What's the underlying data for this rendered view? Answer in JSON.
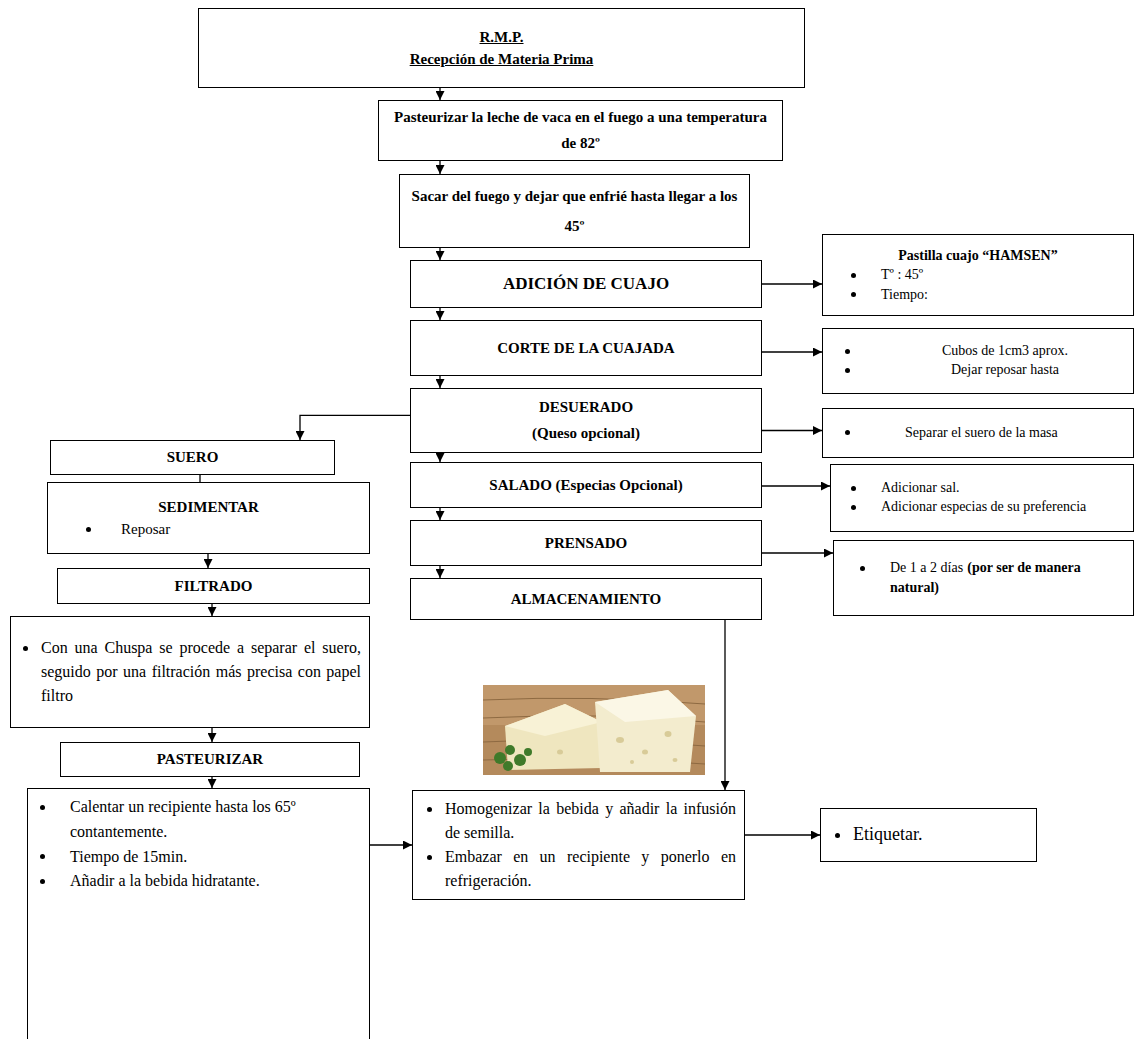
{
  "diagram": {
    "nodes": [
      {
        "text": [
          "R.M.P.",
          "Recepción de Materia Prima"
        ]
      },
      {
        "text": [
          "Pasteurizar la leche de vaca en el fuego a una temperatura de 82º"
        ]
      },
      {
        "text": [
          "Sacar del fuego y dejar que enfrié hasta llegar a los 45º"
        ]
      },
      {
        "text": [
          "ADICIÓN DE CUAJO"
        ]
      },
      {
        "text": [
          "Pastilla cuajo “HAMSEN”",
          "Tº : 45º",
          "Tiempo:"
        ]
      },
      {
        "text": [
          "CORTE DE LA CUAJADA"
        ]
      },
      {
        "text": [
          "Cubos de 1cm3 aprox.",
          "Dejar reposar hasta"
        ]
      },
      {
        "text": [
          "DESUERADO",
          "(Queso opcional)"
        ]
      },
      {
        "text": [
          "Separar el suero de la masa"
        ]
      },
      {
        "text": [
          "SUERO"
        ]
      },
      {
        "text": [
          "SEDIMENTAR",
          "Reposar"
        ]
      },
      {
        "text": [
          "SALADO (Especias Opcional)"
        ]
      },
      {
        "text": [
          "Adicionar sal.",
          "Adicionar especias de su preferencia"
        ]
      },
      {
        "text": [
          "PRENSADO"
        ]
      },
      {
        "text": [
          "De 1 a 2 días",
          "(por ser de manera natural)"
        ]
      },
      {
        "text": [
          "ALMACENAMIENTO"
        ]
      },
      {
        "text": [
          "FILTRADO"
        ]
      },
      {
        "text": [
          "Con una Chuspa se procede a separar el suero, seguido por una filtración más precisa con papel filtro"
        ]
      },
      {
        "text": [
          "PASTEURIZAR"
        ]
      },
      {
        "text": [
          "Calentar un recipiente hasta los 65º contantemente.",
          "Tiempo de 15min.",
          "Añadir a la bebida hidratante."
        ]
      },
      {
        "text": [
          "Homogenizar la bebida y añadir la infusión de semilla.",
          "Embazar en un recipiente y ponerlo en refrigeración."
        ]
      },
      {
        "text": [
          "Etiquetar."
        ]
      }
    ],
    "edges": [
      {
        "from": 0,
        "to": 1,
        "arrow": "to"
      },
      {
        "from": 1,
        "to": 2,
        "arrow": "to"
      },
      {
        "from": 2,
        "to": 3,
        "arrow": "to"
      },
      {
        "from": 3,
        "to": 4,
        "arrow": "to"
      },
      {
        "from": 3,
        "to": 5,
        "arrow": "to"
      },
      {
        "from": 5,
        "to": 6,
        "arrow": "to"
      },
      {
        "from": 5,
        "to": 7,
        "arrow": "to"
      },
      {
        "from": 7,
        "to": 9,
        "arrow": "to"
      },
      {
        "from": 7,
        "to": 8,
        "arrow": "to"
      },
      {
        "from": 7,
        "to": 11,
        "arrow": "to"
      },
      {
        "from": 9,
        "to": 10,
        "arrow": "none"
      },
      {
        "from": 10,
        "to": 16,
        "arrow": "to"
      },
      {
        "from": 11,
        "to": 12,
        "arrow": "to"
      },
      {
        "from": 11,
        "to": 13,
        "arrow": "to"
      },
      {
        "from": 13,
        "to": 14,
        "arrow": "to"
      },
      {
        "from": 13,
        "to": 15,
        "arrow": "to"
      },
      {
        "from": 15,
        "to": 20,
        "arrow": "to"
      },
      {
        "from": 16,
        "to": 17,
        "arrow": "to"
      },
      {
        "from": 17,
        "to": 18,
        "arrow": "to"
      },
      {
        "from": 18,
        "to": 19,
        "arrow": "to"
      },
      {
        "from": 19,
        "to": 20,
        "arrow": "to"
      },
      {
        "from": 20,
        "to": 21,
        "arrow": "to"
      }
    ]
  }
}
